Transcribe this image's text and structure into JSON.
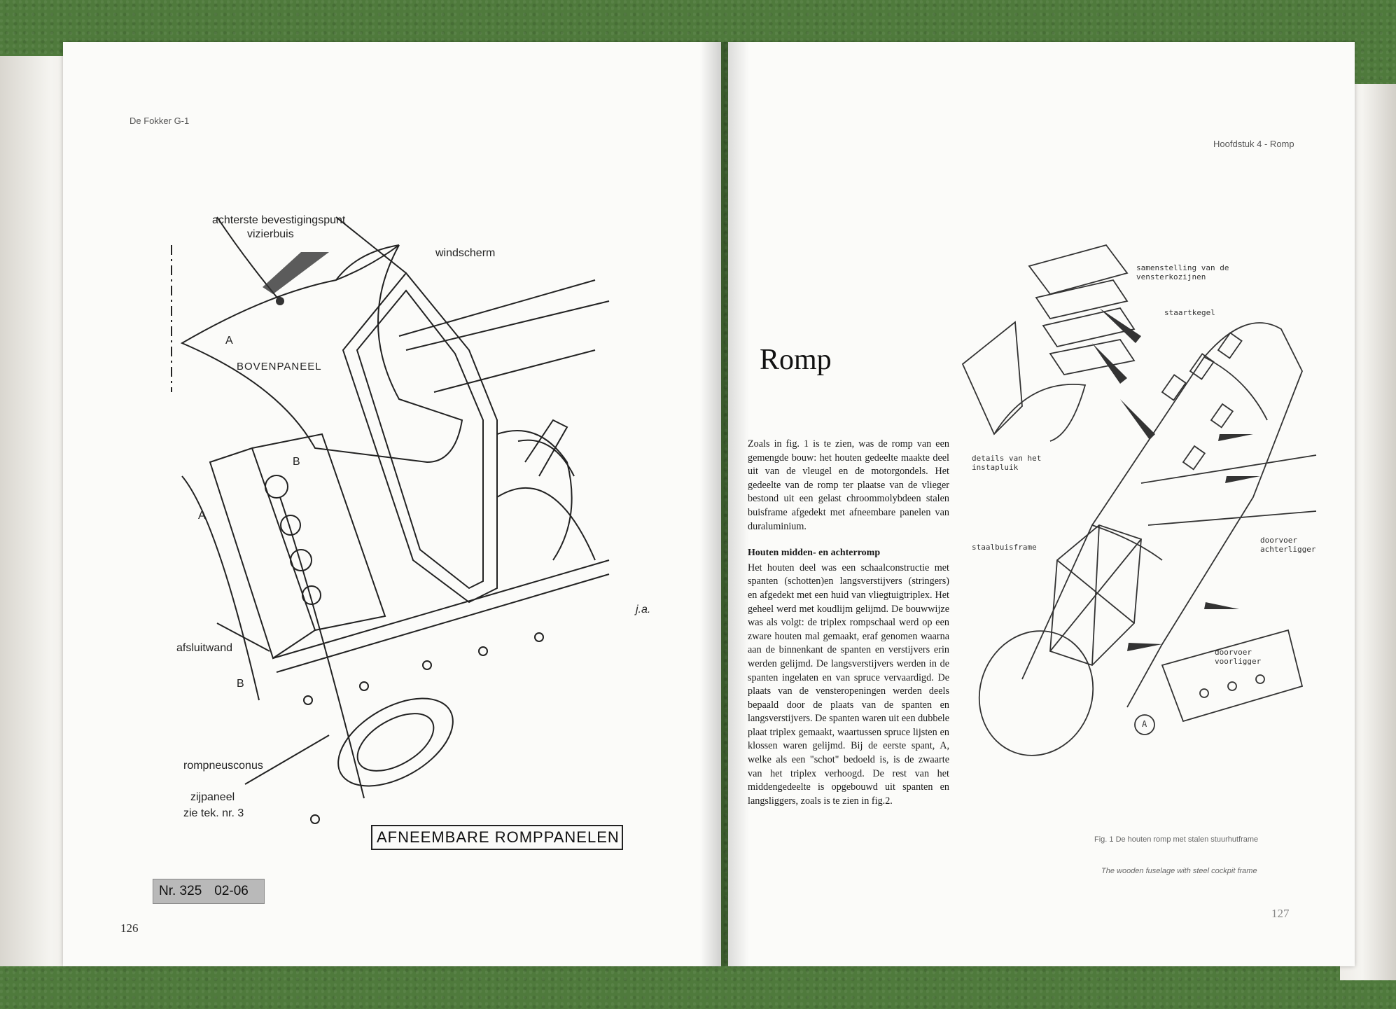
{
  "left_page": {
    "running_head": "De Fokker G-1",
    "page_number": "126",
    "drawing_labels": {
      "rear_mount": "achterste bevestigingspunt",
      "sight_tube": "vizierbuis",
      "windscreen": "windscherm",
      "top_panel": "BOVENPANEEL",
      "closing_wall": "afsluitwand",
      "nose_cone": "rompneusconus",
      "side_panel": "zijpaneel",
      "see_drawing": "zie tek. nr. 3",
      "marker_a1": "A",
      "marker_a2": "A",
      "marker_b1": "B",
      "marker_b2": "B",
      "initials": "j.a."
    },
    "title_banner": "AFNEEMBARE ROMPPANELEN",
    "drawing_tag": {
      "number": "Nr. 325",
      "date": "02-06"
    }
  },
  "right_page": {
    "running_head": "Hoofdstuk 4 - Romp",
    "page_number": "127",
    "chapter_title": "Romp",
    "intro_paragraph": "Zoals in fig. 1 is te zien, was de romp van een gemengde bouw: het houten gedeelte maakte deel uit van de vleugel en de motorgondels. Het gedeelte van de romp ter plaatse van de vlieger bestond uit een gelast chroommolybdeen stalen buisframe afgedekt met afneembare panelen van duraluminium.",
    "subheading": "Houten midden- en achterromp",
    "body_paragraph": "Het houten deel was een schaalconstructie met spanten (schotten)en langsverstijvers (stringers) en afgedekt met een huid van vliegtuigtriplex. Het geheel werd met koudlijm gelijmd. De bouwwijze was als volgt: de triplex rompschaal werd op een zware houten mal gemaakt, eraf genomen waarna aan de binnenkant de spanten en verstijvers erin werden gelijmd. De langsverstijvers werden in de spanten ingelaten en van spruce vervaardigd. De plaats van de vensteropeningen werden deels bepaald door de plaats van de spanten en langsverstijvers. De spanten waren uit een dubbele plaat triplex gemaakt, waartussen spruce lijsten en klossen waren gelijmd. Bij de eerste spant, A, welke als een \"schot\" bedoeld is, is de zwaarte van het triplex verhoogd. De rest van het middengedeelte is opgebouwd uit spanten en langsliggers, zoals is te zien in fig.2.",
    "figure_labels": {
      "window_frames": "samenstelling van de vensterkozijnen",
      "tail_cone": "staartkegel",
      "hatch_details": "details van het instapluik",
      "steel_tube_frame": "staalbuisframe",
      "rear_spar": "doorvoer achterligger",
      "front_spar": "doorvoer voorligger",
      "marker": "A"
    },
    "caption_nl": "Fig. 1 De houten romp met stalen stuurhutframe",
    "caption_en": "The wooden fuselage with steel cockpit frame"
  }
}
